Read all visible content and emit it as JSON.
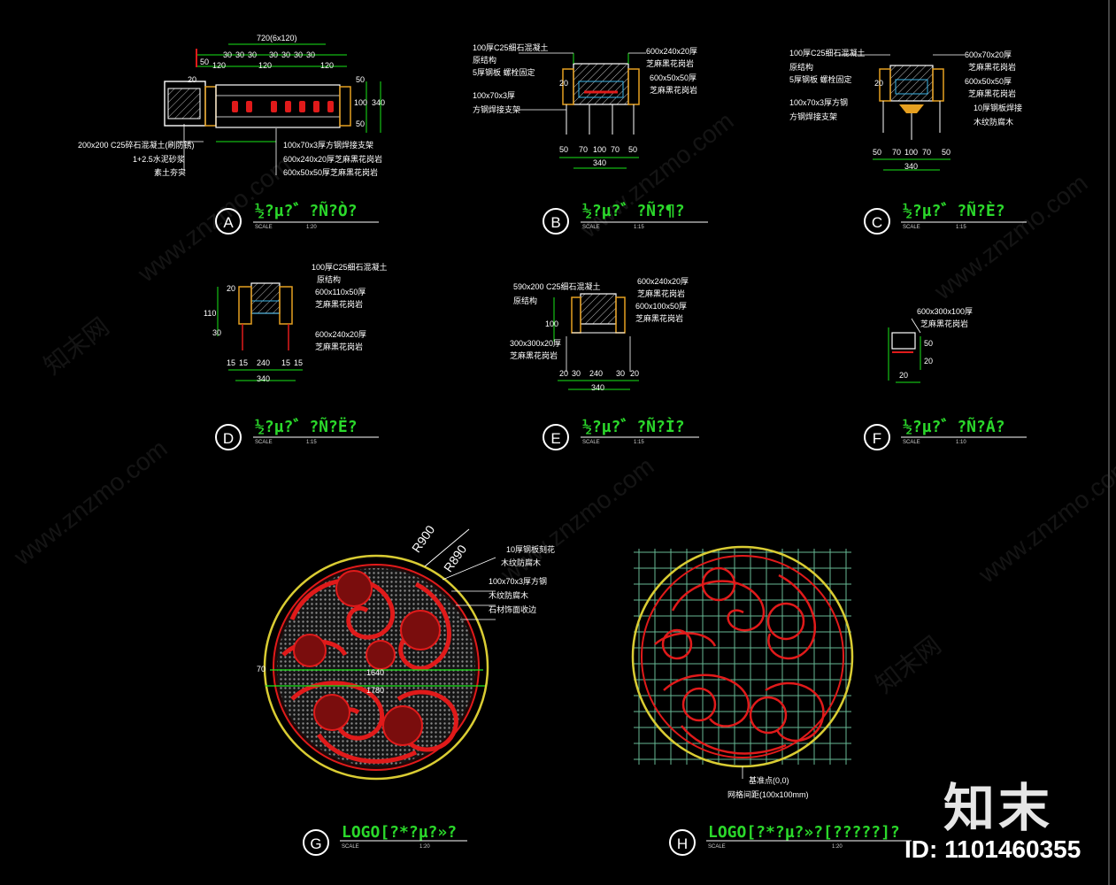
{
  "watermarks": {
    "site": "www.znzmo.com",
    "brand_cn": "知末网"
  },
  "brand": {
    "logo_text": "知末",
    "id_text": "ID: 1101460355"
  },
  "colors": {
    "background": "#000000",
    "title_green": "#2bd92b",
    "dim_green": "#19e619",
    "line_white": "#ffffff",
    "pattern_red": "#e01a1a",
    "ring_yellow": "#d9cc33",
    "grid_cyan": "#7ad9b0"
  },
  "details": {
    "A": {
      "letter": "A",
      "title": "½?µ?゛?Ñ?Ò?",
      "scale_label": "SCALE",
      "scale_value": "1:20",
      "dims": [
        "720(6x120)",
        "50",
        "30",
        "30",
        "30",
        "30",
        "30",
        "30",
        "30",
        "120",
        "120",
        "120",
        "20",
        "50",
        "100",
        "340",
        "50"
      ],
      "notes": [
        "200x200 C25碎石混凝土(刷防锈)",
        "1+2.5水泥砂浆",
        "素土夯实",
        "100x70x3厚方钢焊接支架",
        "600x240x20厚芝麻黑花岗岩",
        "600x50x50厚芝麻黑花岗岩"
      ]
    },
    "B": {
      "letter": "B",
      "title": "½?µ?゛?Ñ?¶?",
      "scale_label": "SCALE",
      "scale_value": "1:15",
      "dims": [
        "20",
        "50",
        "70",
        "100",
        "70",
        "50",
        "340"
      ],
      "notes": [
        "100厚C25细石混凝土",
        "原结构",
        "5厚钢板 螺栓固定",
        "100x70x3厚",
        "方钢焊接支架",
        "600x240x20厚",
        "芝麻黑花岗岩",
        "600x50x50厚",
        "芝麻黑花岗岩"
      ]
    },
    "C": {
      "letter": "C",
      "title": "½?µ?゛?Ñ?È?",
      "scale_label": "SCALE",
      "scale_value": "1:15",
      "dims": [
        "20",
        "50",
        "70",
        "100",
        "70",
        "50",
        "340"
      ],
      "notes": [
        "100厚C25细石混凝土",
        "原结构",
        "5厚钢板 螺栓固定",
        "100x70x3厚方钢",
        "方钢焊接支架",
        "600x70x20厚",
        "芝麻黑花岗岩",
        "600x50x50厚",
        "芝麻黑花岗岩",
        "10厚钢板焊接",
        "木纹防腐木"
      ]
    },
    "D": {
      "letter": "D",
      "title": "½?µ?゛?Ñ?Ë?",
      "scale_label": "SCALE",
      "scale_value": "1:15",
      "dims": [
        "20",
        "110",
        "30",
        "15",
        "15",
        "240",
        "15",
        "15",
        "340"
      ],
      "notes": [
        "100厚C25细石混凝土",
        "原结构",
        "600x110x50厚",
        "芝麻黑花岗岩",
        "600x240x20厚",
        "芝麻黑花岗岩"
      ]
    },
    "E": {
      "letter": "E",
      "title": "½?µ?゛?Ñ?Ì?",
      "scale_label": "SCALE",
      "scale_value": "1:15",
      "dims": [
        "100",
        "20",
        "30",
        "240",
        "30",
        "20",
        "340"
      ],
      "notes": [
        "590x200 C25细石混凝土",
        "原结构",
        "300x300x20厚",
        "芝麻黑花岗岩",
        "600x240x20厚",
        "芝麻黑花岗岩",
        "600x100x50厚",
        "芝麻黑花岗岩"
      ]
    },
    "F": {
      "letter": "F",
      "title": "½?µ?゛?Ñ?Á?",
      "scale_label": "SCALE",
      "scale_value": "1:10",
      "dims": [
        "50",
        "20",
        "20"
      ],
      "notes": [
        "600x300x100厚",
        "芝麻黑花岗岩"
      ]
    },
    "G": {
      "letter": "G",
      "title": "LOGO[?*?µ?»?",
      "scale_label": "SCALE",
      "scale_value": "1:20",
      "dims": [
        "R900",
        "R890",
        "70",
        "1640",
        "1780"
      ],
      "notes": [
        "10厚钢板刻花",
        "木纹防腐木",
        "100x70x3厚方钢",
        "木纹防腐木",
        "石材饰面收边"
      ]
    },
    "H": {
      "letter": "H",
      "title": "LOGO[?*?µ?»?[?????]?",
      "scale_label": "SCALE",
      "scale_value": "1:20",
      "notes": [
        "基准点(0,0)",
        "网格间距(100x100mm)"
      ]
    }
  }
}
